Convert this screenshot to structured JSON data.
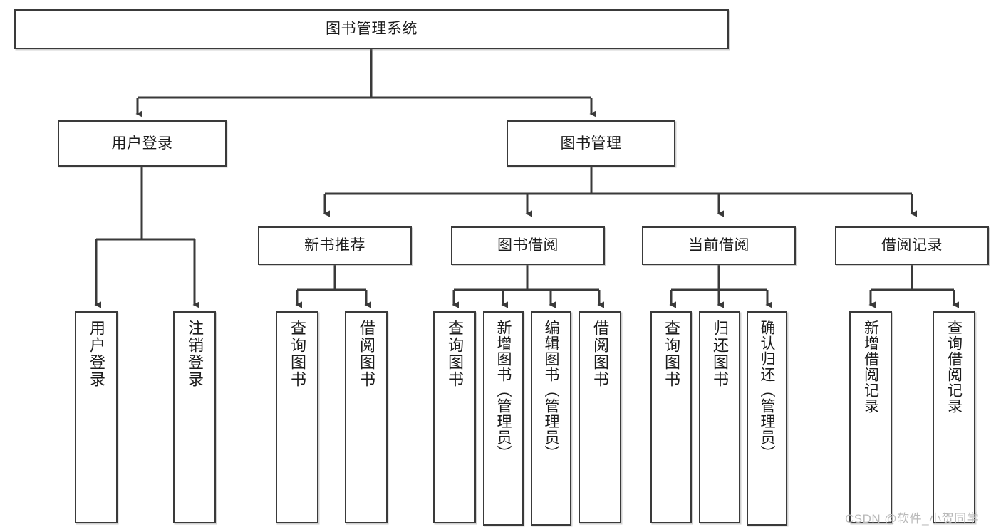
{
  "diagram": {
    "title_text": "图书管理系统",
    "root": {
      "label": "图书管理系统"
    },
    "level1": [
      {
        "label": "用户登录"
      },
      {
        "label": "图书管理"
      }
    ],
    "level2": [
      {
        "label": "新书推荐"
      },
      {
        "label": "图书借阅"
      },
      {
        "label": "当前借阅"
      },
      {
        "label": "借阅记录"
      }
    ],
    "leaves": {
      "user_login": [
        {
          "label": "用户登录"
        },
        {
          "label": "注销登录"
        }
      ],
      "new_book": [
        {
          "label": "查询图书"
        },
        {
          "label": "借阅图书"
        }
      ],
      "book_borrow": [
        {
          "label": "查询图书"
        },
        {
          "label": "新增图书（管理员）"
        },
        {
          "label": "编辑图书（管理员）"
        },
        {
          "label": "借阅图书"
        }
      ],
      "current_borrow": [
        {
          "label": "查询图书"
        },
        {
          "label": "归还图书"
        },
        {
          "label": "确认归还（管理员）"
        }
      ],
      "borrow_record": [
        {
          "label": "新增借阅记录"
        },
        {
          "label": "查询借阅记录"
        }
      ]
    },
    "colors": {
      "stroke": "#3a3a3a",
      "fill": "#ffffff",
      "text": "#1b1b1b",
      "watermark": "#b9b9b9"
    }
  },
  "watermark": {
    "text": "CSDN @软件_小贺同学"
  }
}
